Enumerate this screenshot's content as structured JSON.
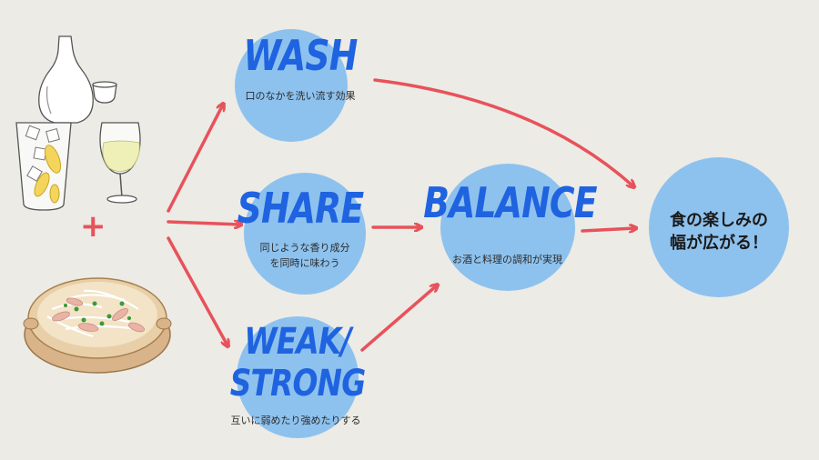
{
  "nodes": {
    "wash": {
      "title": "WASH",
      "desc": "口のなかを洗い流す効果"
    },
    "share": {
      "title": "SHARE",
      "desc_line1": "同じような香り成分",
      "desc_line2": "を同時に味わう"
    },
    "weak_strong": {
      "title_line1": "WEAK/",
      "title_line2": "STRONG",
      "desc": "互いに弱めたり強めたりする"
    },
    "balance": {
      "title": "BALANCE",
      "desc": "お酒と料理の調和が実現"
    },
    "result": {
      "line1": "食の楽しみの",
      "line2": "幅が広がる！"
    }
  },
  "plus_symbol": "+",
  "colors": {
    "background": "#ecebe6",
    "circle": "#8ec2ee",
    "title": "#1f63e0",
    "arrow": "#e8525a"
  },
  "icons": [
    "sake-bottle-icon",
    "sake-cup-icon",
    "highball-glass-icon",
    "wine-glass-icon",
    "food-bowl-icon"
  ]
}
